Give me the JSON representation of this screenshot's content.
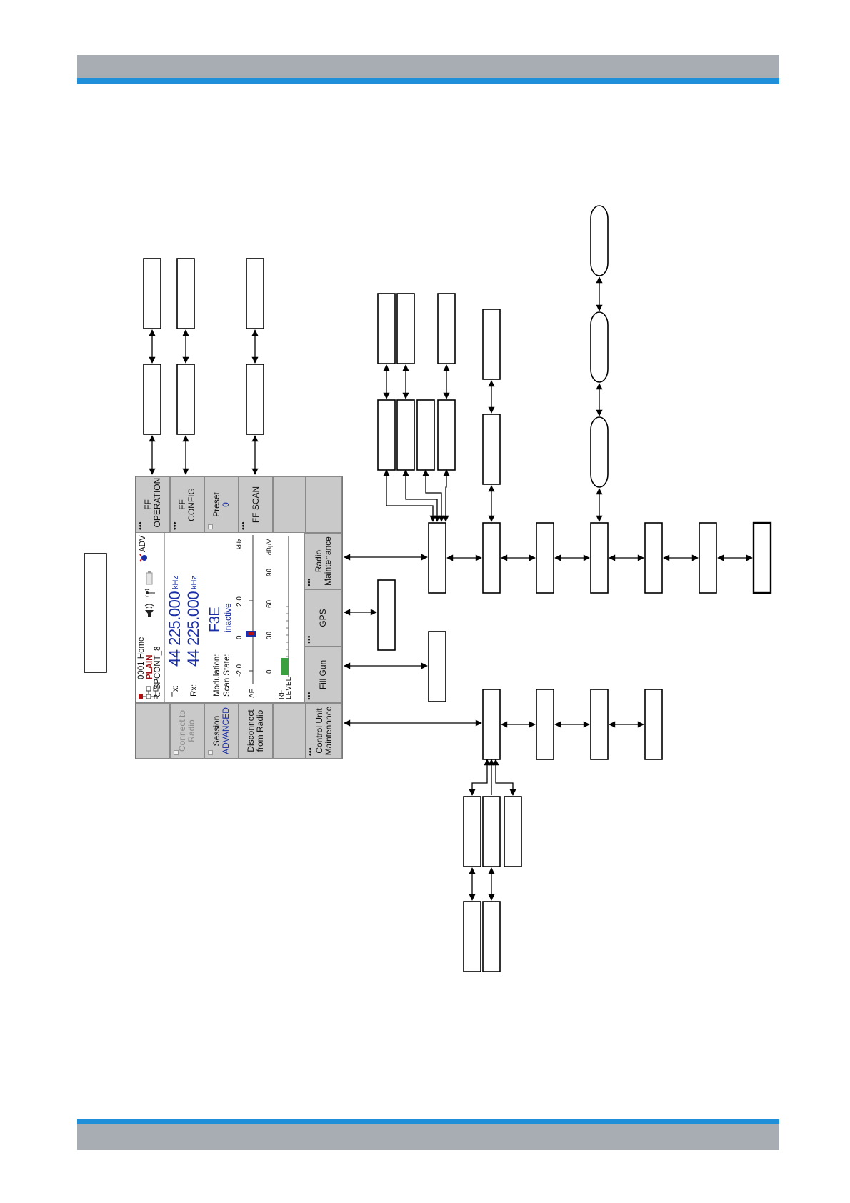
{
  "device": {
    "softkeys_left": [
      {
        "label": ""
      },
      {
        "label": "Connect to Radio"
      },
      {
        "label": "Session",
        "value": "ADVANCED"
      },
      {
        "label": "Disconnect from Radio"
      },
      {
        "label": ""
      },
      {
        "label": "Control Unit Maintenance"
      }
    ],
    "softkeys_right": [
      {
        "label": "FF OPERATION"
      },
      {
        "label": "FF CONFIG"
      },
      {
        "label": "Preset",
        "value": "0"
      },
      {
        "label": "FF SCAN"
      },
      {
        "label": ""
      },
      {
        "label": ""
      }
    ],
    "softkeys_bottom": [
      {
        "label": "Fill Gun"
      },
      {
        "label": "GPS"
      },
      {
        "label": "Radio Maintenance"
      }
    ],
    "header": {
      "preset": "0001 Home",
      "mode": "PLAIN",
      "radio": "R: SPCONT_8",
      "adv": "ADV"
    },
    "tx_label": "Tx:",
    "tx_value": "44 225.000",
    "rx_label": "Rx:",
    "rx_value": "44 225.000",
    "unit": "kHz",
    "modulation_label": "Modulation:",
    "modulation_value": "F3E",
    "scan_label": "Scan State:",
    "scan_value": "inactive",
    "df_label": "ΔF",
    "df_ticks": [
      "-2.0",
      "0",
      "2.0"
    ],
    "df_unit": "kHz",
    "rf_label": "RF LEVEL",
    "rf_ticks": [
      "0",
      "30",
      "60",
      "90"
    ],
    "rf_unit": "dBµV"
  },
  "colors": {
    "band_gray": "#a8adb3",
    "band_blue": "#1e8fd8",
    "screen_blue": "#1a2ea8",
    "plain_red": "#a01010"
  }
}
